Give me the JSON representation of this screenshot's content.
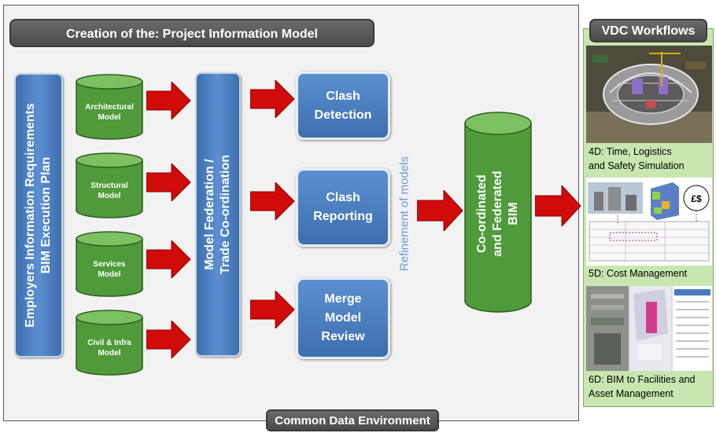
{
  "header": {
    "title": "Creation of the: Project Information Model"
  },
  "footer": {
    "label": "Common Data Environment"
  },
  "requirements": {
    "line1": "Employers Information Requirements",
    "line2": "BIM Execution Plan"
  },
  "models": [
    {
      "line1": "Architectural",
      "line2": "Model"
    },
    {
      "line1": "Structural",
      "line2": "Model"
    },
    {
      "line1": "Services",
      "line2": "Model"
    },
    {
      "line1": "Civil & Infra",
      "line2": "Model"
    }
  ],
  "federation": {
    "line1": "Model Federation /",
    "line2": "Trade Co-ordination"
  },
  "processes": [
    {
      "line1": "Clash",
      "line2": "Detection",
      "line3": ""
    },
    {
      "line1": "Clash",
      "line2": "Reporting",
      "line3": ""
    },
    {
      "line1": "Merge",
      "line2": "Model",
      "line3": "Review"
    }
  ],
  "refinement": {
    "label": "Refinement of models"
  },
  "federated_bim": {
    "line1": "Co-ordinated",
    "line2": "and Federated",
    "line3": "BIM"
  },
  "vdc": {
    "title": "VDC Workflows",
    "items": [
      {
        "line1": "4D: Time, Logistics",
        "line2": "and Safety Simulation"
      },
      {
        "line1": "5D: Cost Management",
        "line2": ""
      },
      {
        "line1": "6D: BIM to Facilities and",
        "line2": "Asset Management"
      }
    ],
    "currency_symbol": "£$"
  },
  "colors": {
    "arrow": "#d10a0a",
    "box_blue": "#4a7fc1",
    "cylinder_green": "#4f9a3a",
    "vdc_panel": "#c8e6b0",
    "title_bar": "#595959"
  }
}
